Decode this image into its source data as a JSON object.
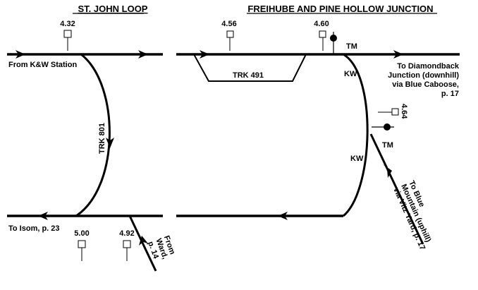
{
  "titles": {
    "left": "ST. JOHN LOOP",
    "right": "FREIHUBE AND PINE HOLLOW JUNCTION"
  },
  "mileposts": {
    "m432": "4.32",
    "m456": "4.56",
    "m460": "4.60",
    "m464": "4.64",
    "m500": "5.00",
    "m492": "4.92"
  },
  "labels": {
    "from_kw": "From K&W Station",
    "trk801": "TRK 801",
    "to_isom": "To Isom, p. 23",
    "from_ward": [
      "From",
      "Ward,",
      "p. 14"
    ],
    "trk491": "TRK 491",
    "tm_top": "TM",
    "kw_top": "KW",
    "kw_bottom": "KW",
    "tm_mid": "TM",
    "to_diamondback": [
      "To Diamondback",
      "Junction (downhill)",
      "via Blue Caboose,",
      "p. 17"
    ],
    "to_blue_mountain": [
      "To Blue",
      "Mountain (uphill)",
      "via Vitz Yard, p. 17"
    ]
  },
  "colors": {
    "ink": "#000000",
    "bg": "#ffffff"
  }
}
